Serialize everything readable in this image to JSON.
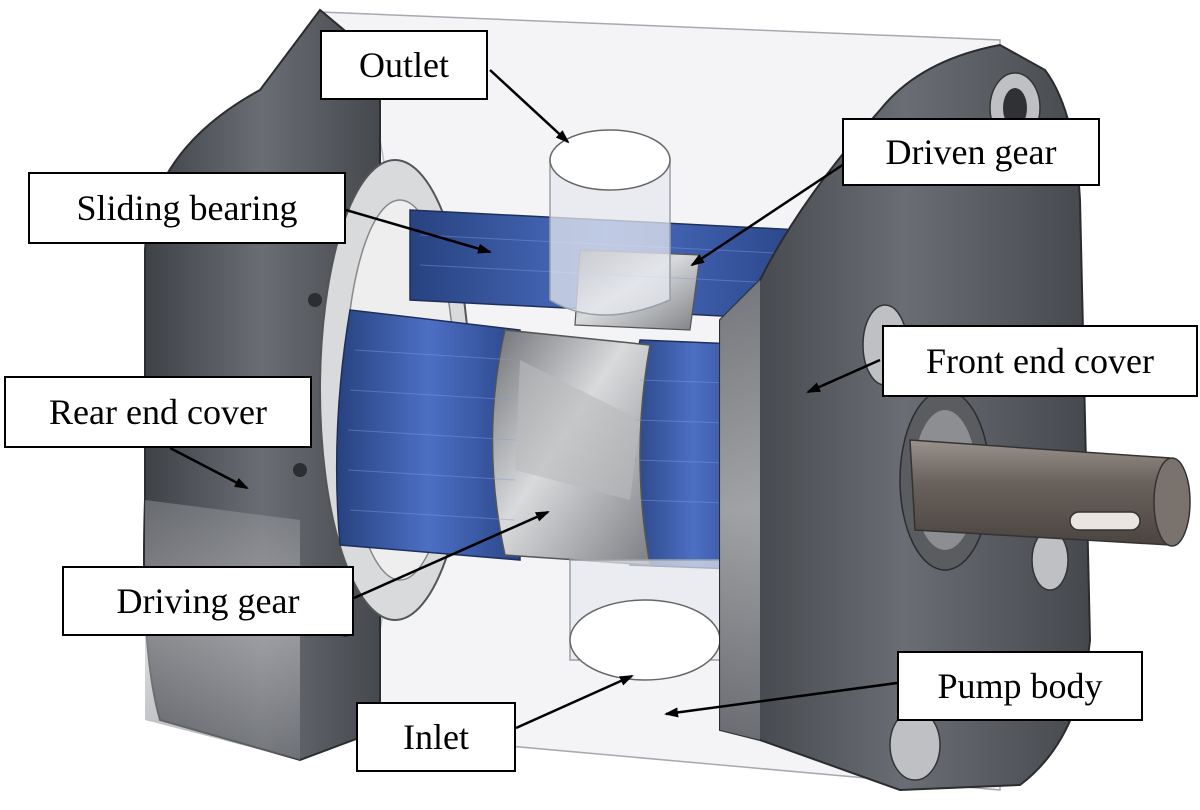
{
  "labels": {
    "outlet": "Outlet",
    "sliding_bearing": "Sliding bearing",
    "driven_gear": "Driven gear",
    "front_end_cover": "Front end cover",
    "rear_end_cover": "Rear end cover",
    "driving_gear": "Driving gear",
    "inlet": "Inlet",
    "pump_body": "Pump body"
  },
  "colors": {
    "cover_dark": "#4a4d53",
    "cover_mid": "#6b6e74",
    "gear_blue": "#2f4f9c",
    "gear_blue_light": "#4a6cc0",
    "gear_steel": "#9a9ca2",
    "body_transparent": "#f2f2f5",
    "shaft": "#6e6660"
  }
}
